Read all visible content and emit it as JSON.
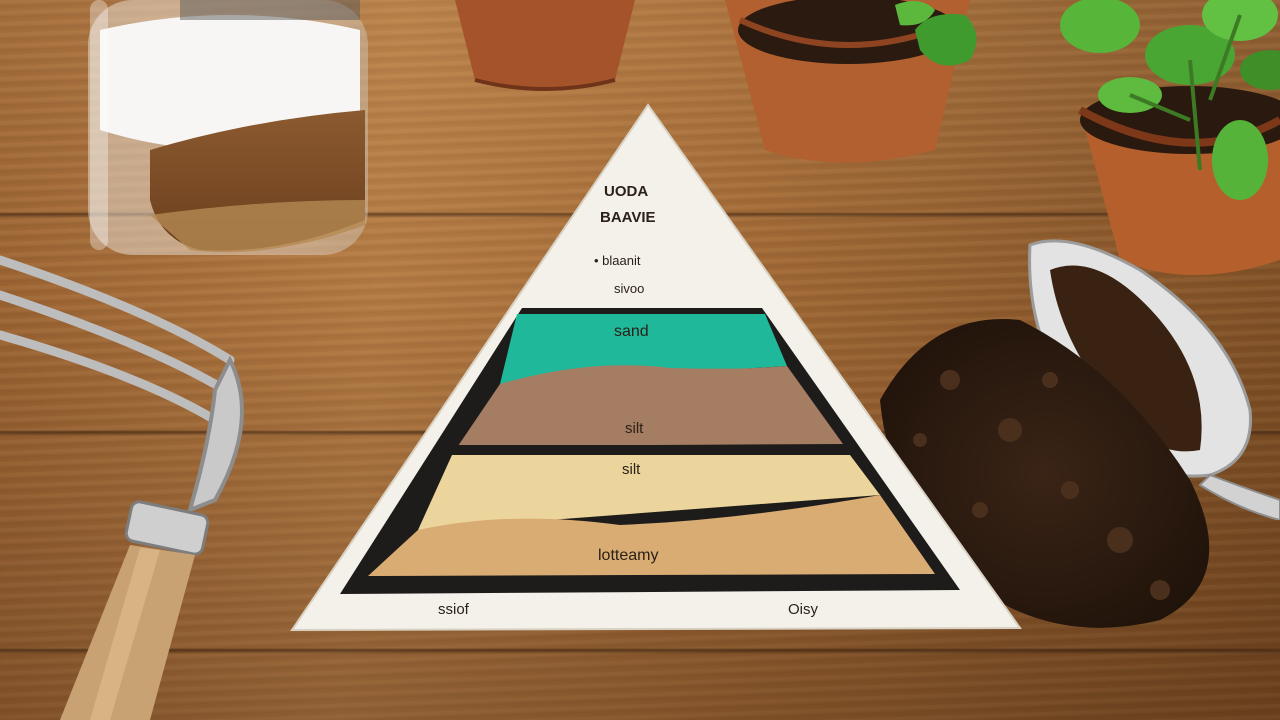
{
  "diagram": {
    "title_line1": "UODA",
    "title_line2": "BAAVIE",
    "subtitle_line1": "• blaanit",
    "subtitle_line2": "sivoo",
    "layer_top": "sand",
    "layer_mid": "silt",
    "layer_mid2": "silt",
    "layer_bottom": "lotteamy",
    "corner_left": "ssiof",
    "corner_right": "Oisy"
  },
  "colors": {
    "teal": "#1fb89a",
    "silt_brown": "#a47d62",
    "cream": "#ecd59c",
    "tan": "#d9ac73",
    "paper": "#f4f1ea"
  }
}
